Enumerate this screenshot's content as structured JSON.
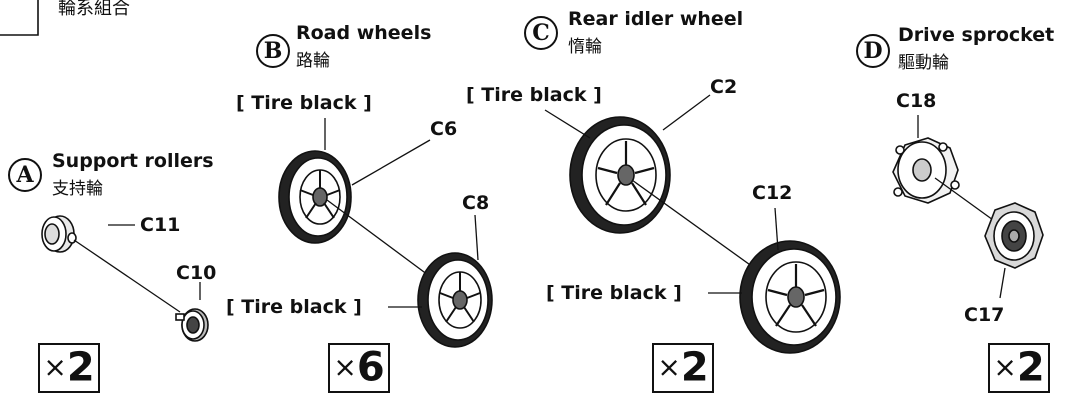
{
  "top_left_caption": "輪系組合",
  "sections": {
    "A": {
      "letter": "A",
      "name_en": "Support rollers",
      "name_zh": "支持輪",
      "qty_symbol": "×",
      "qty": "2"
    },
    "B": {
      "letter": "B",
      "name_en": "Road wheels",
      "name_zh": "路輪",
      "qty_symbol": "×",
      "qty": "6"
    },
    "C": {
      "letter": "C",
      "name_en": "Rear idler wheel",
      "name_zh": "惰輪",
      "qty_symbol": "×",
      "qty": "2"
    },
    "D": {
      "letter": "D",
      "name_en": "Drive sprocket",
      "name_zh": "驅動輪",
      "qty_symbol": "×",
      "qty": "2"
    }
  },
  "parts": {
    "c11": "C11",
    "c10": "C10",
    "c6": "C6",
    "c8": "C8",
    "c2": "C2",
    "c12": "C12",
    "c18": "C18",
    "c17": "C17"
  },
  "notes": {
    "b_tire_top": "[ Tire black ]",
    "b_tire_bottom": "[ Tire black ]",
    "c_tire_top": "[ Tire black ]",
    "c_tire_bottom": "[ Tire black ]"
  }
}
